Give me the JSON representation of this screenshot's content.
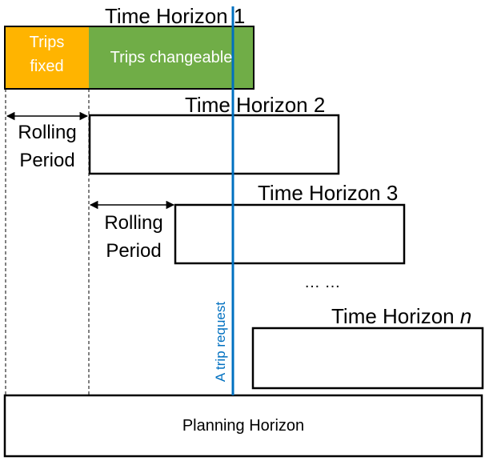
{
  "diagram": {
    "time_horizon_1": {
      "label": "Time Horizon 1",
      "segments": {
        "fixed": {
          "label_line1": "Trips",
          "label_line2": "fixed",
          "color": "#FFB400"
        },
        "changeable": {
          "label": "Trips changeable",
          "color": "#70AD47"
        }
      }
    },
    "time_horizon_2": {
      "label": "Time Horizon 2"
    },
    "time_horizon_3": {
      "label": "Time Horizon 3"
    },
    "time_horizon_n": {
      "label_prefix": "Time Horizon ",
      "label_var": "n"
    },
    "ellipsis": "… …",
    "rolling_period_1": {
      "line1": "Rolling",
      "line2": "Period"
    },
    "rolling_period_2": {
      "line1": "Rolling",
      "line2": "Period"
    },
    "trip_request": {
      "label": "A trip request",
      "color": "#0070C0"
    },
    "planning_horizon": {
      "label": "Planning Horizon"
    },
    "colors": {
      "box_stroke": "#000000",
      "dashed_line": "#000000"
    }
  }
}
